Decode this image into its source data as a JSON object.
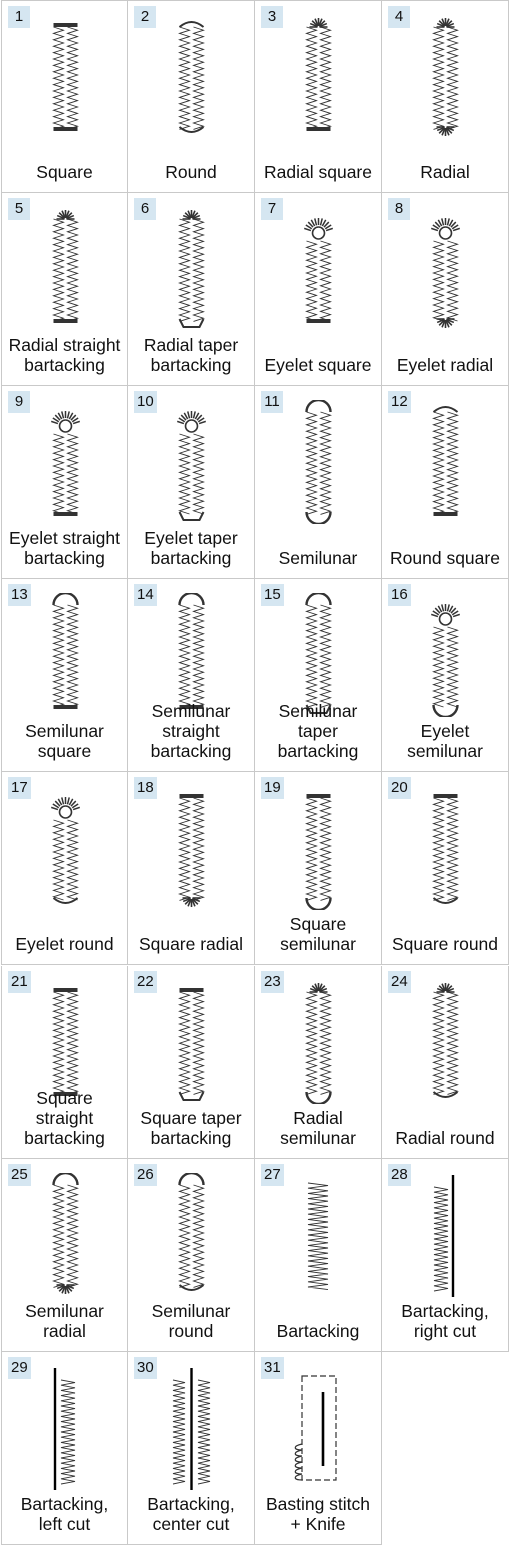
{
  "buttonholes": [
    {
      "number": "1",
      "lines": [
        "Square"
      ],
      "start": "square",
      "end": "square",
      "eyelet": false,
      "shape": "standard"
    },
    {
      "number": "2",
      "lines": [
        "Round"
      ],
      "start": "round",
      "end": "round",
      "eyelet": false,
      "shape": "standard"
    },
    {
      "number": "3",
      "lines": [
        "Radial square"
      ],
      "start": "radial",
      "end": "square",
      "eyelet": false,
      "shape": "standard"
    },
    {
      "number": "4",
      "lines": [
        "Radial"
      ],
      "start": "radial",
      "end": "radial",
      "eyelet": false,
      "shape": "standard"
    },
    {
      "number": "5",
      "lines": [
        "Radial straight",
        "bartacking"
      ],
      "start": "radial",
      "end": "straight-bartack",
      "eyelet": false,
      "shape": "standard"
    },
    {
      "number": "6",
      "lines": [
        "Radial taper",
        "bartacking"
      ],
      "start": "radial",
      "end": "taper-bartack",
      "eyelet": false,
      "shape": "standard"
    },
    {
      "number": "7",
      "lines": [
        "Eyelet square"
      ],
      "start": "eyelet",
      "end": "square",
      "eyelet": true,
      "shape": "standard"
    },
    {
      "number": "8",
      "lines": [
        "Eyelet radial"
      ],
      "start": "eyelet",
      "end": "radial",
      "eyelet": true,
      "shape": "standard"
    },
    {
      "number": "9",
      "lines": [
        "Eyelet straight",
        "bartacking"
      ],
      "start": "eyelet",
      "end": "straight-bartack",
      "eyelet": true,
      "shape": "standard"
    },
    {
      "number": "10",
      "lines": [
        "Eyelet taper",
        "bartacking"
      ],
      "start": "eyelet",
      "end": "taper-bartack",
      "eyelet": true,
      "shape": "standard"
    },
    {
      "number": "11",
      "lines": [
        "Semilunar"
      ],
      "start": "semilunar",
      "end": "semilunar",
      "eyelet": false,
      "shape": "standard"
    },
    {
      "number": "12",
      "lines": [
        "Round square"
      ],
      "start": "round",
      "end": "square",
      "eyelet": false,
      "shape": "standard"
    },
    {
      "number": "13",
      "lines": [
        "Semilunar",
        "square"
      ],
      "start": "semilunar",
      "end": "square",
      "eyelet": false,
      "shape": "standard"
    },
    {
      "number": "14",
      "lines": [
        "Semilunar",
        "straight",
        "bartacking"
      ],
      "start": "semilunar",
      "end": "straight-bartack",
      "eyelet": false,
      "shape": "standard"
    },
    {
      "number": "15",
      "lines": [
        "Semilunar",
        "taper",
        "bartacking"
      ],
      "start": "semilunar",
      "end": "taper-bartack",
      "eyelet": false,
      "shape": "standard"
    },
    {
      "number": "16",
      "lines": [
        "Eyelet",
        "semilunar"
      ],
      "start": "eyelet",
      "end": "semilunar",
      "eyelet": true,
      "shape": "standard"
    },
    {
      "number": "17",
      "lines": [
        "Eyelet round"
      ],
      "start": "eyelet",
      "end": "round",
      "eyelet": true,
      "shape": "standard"
    },
    {
      "number": "18",
      "lines": [
        "Square radial"
      ],
      "start": "square",
      "end": "radial",
      "eyelet": false,
      "shape": "standard"
    },
    {
      "number": "19",
      "lines": [
        "Square",
        "semilunar"
      ],
      "start": "square",
      "end": "semilunar",
      "eyelet": false,
      "shape": "standard"
    },
    {
      "number": "20",
      "lines": [
        "Square round"
      ],
      "start": "square",
      "end": "round",
      "eyelet": false,
      "shape": "standard"
    },
    {
      "number": "21",
      "lines": [
        "Square",
        "straight",
        "bartacking"
      ],
      "start": "square",
      "end": "straight-bartack",
      "eyelet": false,
      "shape": "standard"
    },
    {
      "number": "22",
      "lines": [
        "Square taper",
        "bartacking"
      ],
      "start": "square",
      "end": "taper-bartack",
      "eyelet": false,
      "shape": "standard"
    },
    {
      "number": "23",
      "lines": [
        "Radial",
        "semilunar"
      ],
      "start": "radial",
      "end": "semilunar",
      "eyelet": false,
      "shape": "standard"
    },
    {
      "number": "24",
      "lines": [
        "Radial round"
      ],
      "start": "radial",
      "end": "round",
      "eyelet": false,
      "shape": "standard"
    },
    {
      "number": "25",
      "lines": [
        "Semilunar",
        "radial"
      ],
      "start": "semilunar",
      "end": "radial",
      "eyelet": false,
      "shape": "standard"
    },
    {
      "number": "26",
      "lines": [
        "Semilunar",
        "round"
      ],
      "start": "semilunar",
      "end": "round",
      "eyelet": false,
      "shape": "standard"
    },
    {
      "number": "27",
      "lines": [
        "Bartacking"
      ],
      "start": "square",
      "end": "square",
      "eyelet": false,
      "shape": "bartack"
    },
    {
      "number": "28",
      "lines": [
        "Bartacking,",
        "right cut"
      ],
      "start": "square",
      "end": "square",
      "eyelet": false,
      "shape": "bartack-right-cut"
    },
    {
      "number": "29",
      "lines": [
        "Bartacking,",
        "left cut"
      ],
      "start": "square",
      "end": "square",
      "eyelet": false,
      "shape": "bartack-left-cut"
    },
    {
      "number": "30",
      "lines": [
        "Bartacking,",
        "center cut"
      ],
      "start": "square",
      "end": "square",
      "eyelet": false,
      "shape": "bartack-center-cut"
    },
    {
      "number": "31",
      "lines": [
        "Basting stitch",
        "+ Knife"
      ],
      "start": "square",
      "end": "square",
      "eyelet": false,
      "shape": "basting-knife"
    }
  ],
  "colors": {
    "badge": "#d5e6f1",
    "grid": "#c9c9c9",
    "stitch": "#333333"
  }
}
